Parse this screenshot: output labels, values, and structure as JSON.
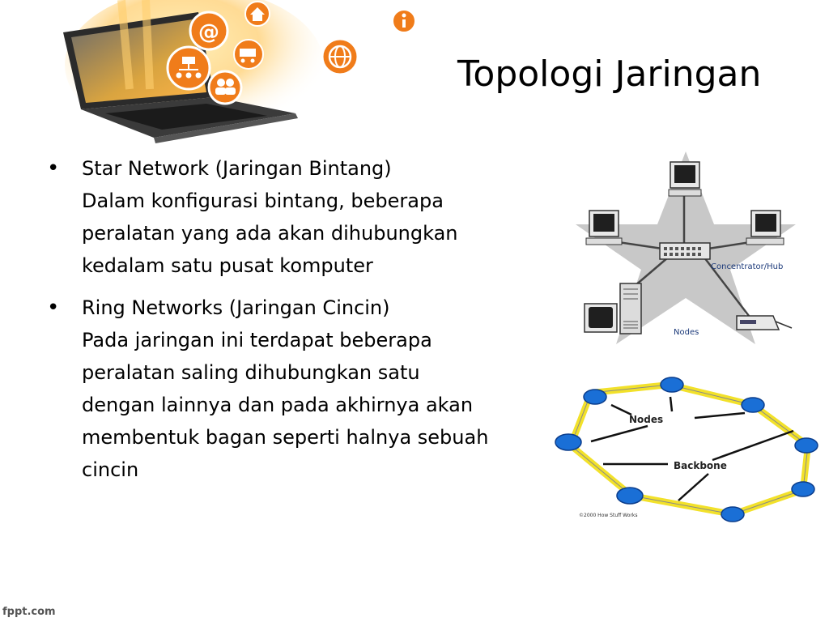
{
  "slide": {
    "title": "Topologi Jaringan",
    "bullets": [
      {
        "heading": "Star Network (Jaringan Bintang)",
        "lines": [
          "Dalam konfigurasi bintang, beberapa",
          "peralatan yang ada akan dihubungkan",
          "kedalam satu pusat komputer"
        ]
      },
      {
        "heading": "Ring Networks (Jaringan Cincin)",
        "lines": [
          "Pada jaringan ini terdapat beberapa",
          "peralatan saling dihubungkan satu",
          "dengan lainnya dan pada akhirnya akan",
          "membentuk bagan seperti halnya sebuah",
          "cincin"
        ]
      }
    ]
  },
  "star_diagram": {
    "hub_label": "Concentrator/Hub",
    "nodes_label": "Nodes"
  },
  "ring_diagram": {
    "nodes_label": "Nodes",
    "backbone_label": "Backbone",
    "copyright": "©2000 How Stuff Works"
  },
  "hero_icons": [
    "email-at-icon",
    "home-icon",
    "info-icon",
    "shopping-cart-icon",
    "globe-icon",
    "network-chart-icon",
    "users-icon"
  ],
  "colors": {
    "orange_icon": "#f07c1a",
    "ring_yellow": "#f2e12a",
    "ring_node_blue": "#1a6fd6",
    "star_gray": "#c8c8c8"
  },
  "watermark": "fppt.com"
}
